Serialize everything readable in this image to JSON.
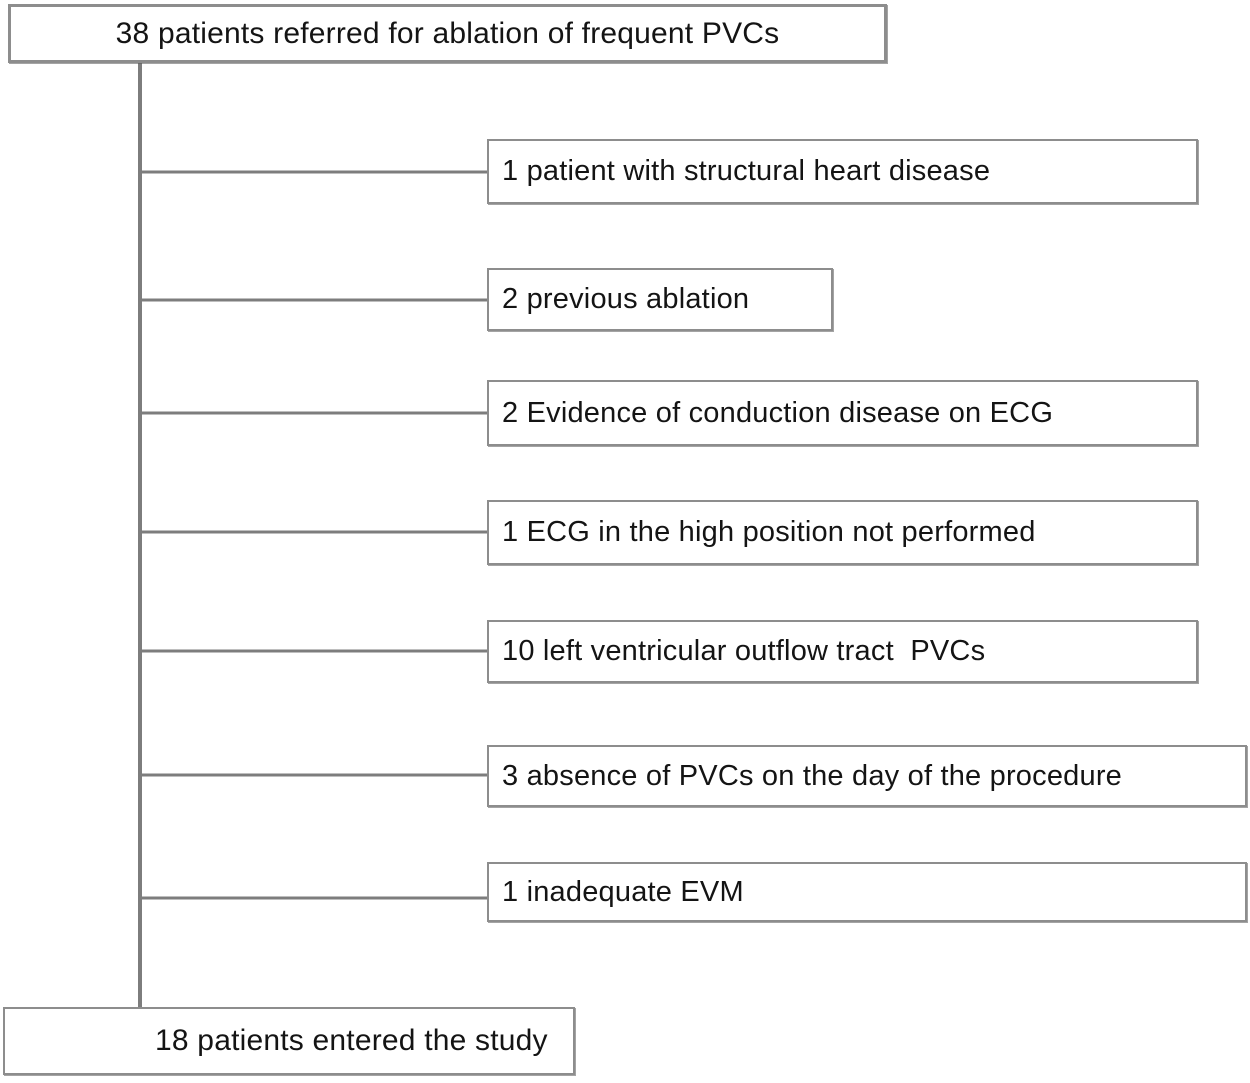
{
  "diagram": {
    "kind": "patient-flow-diagram",
    "source_box": {
      "label": "38 patients referred for ablation of frequent PVCs"
    },
    "exclusions": [
      {
        "label": "1 patient with structural heart disease"
      },
      {
        "label": "2 previous ablation"
      },
      {
        "label": "2 Evidence of conduction disease on ECG"
      },
      {
        "label": "1 ECG in the high position not performed"
      },
      {
        "label": "10 left ventricular outflow tract  PVCs"
      },
      {
        "label": "3 absence of PVCs on the day of the procedure"
      },
      {
        "label": "1 inadequate EVM"
      }
    ],
    "result_box": {
      "label": "18 patients entered the study"
    },
    "colors": {
      "box_border": "#8d8d8d",
      "connector_line": "#7d7d7d",
      "text": "#141414",
      "background": "#ffffff"
    }
  }
}
